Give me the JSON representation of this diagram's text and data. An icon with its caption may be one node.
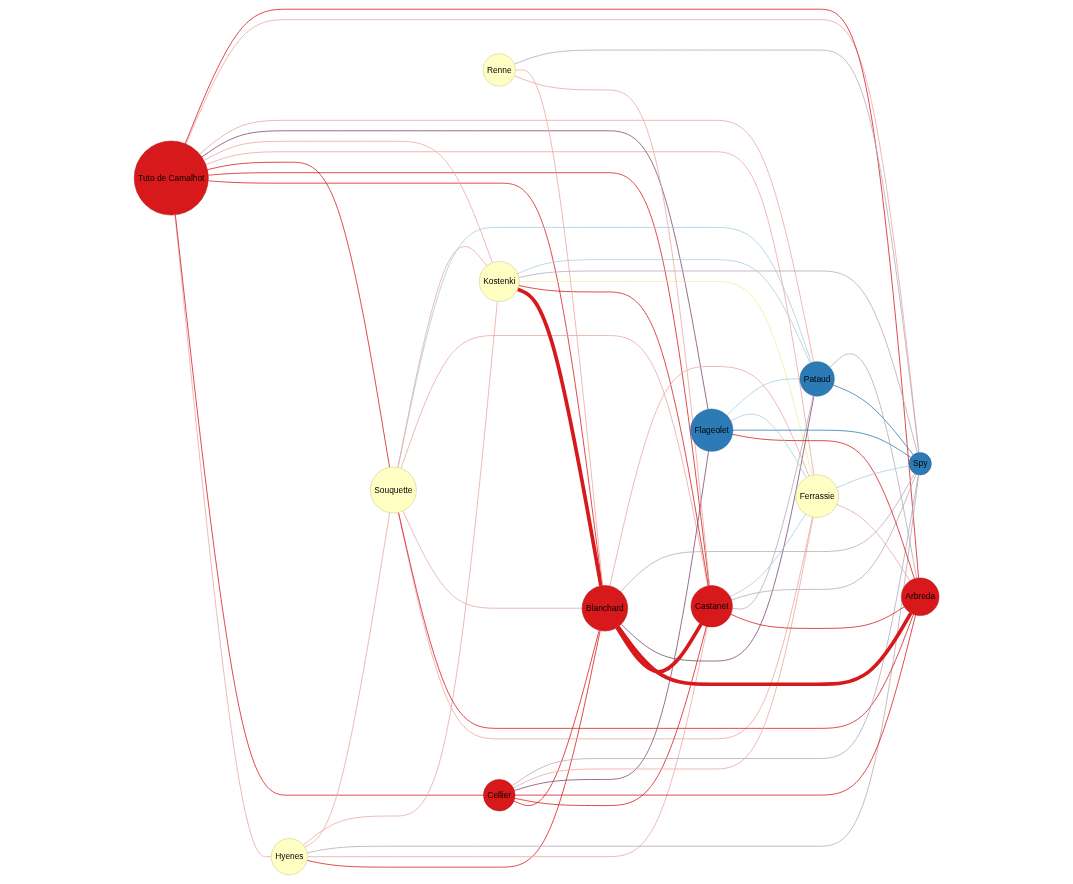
{
  "diagram": {
    "nodes": [
      {
        "text": [
          "Tuto de Camalhot"
        ]
      },
      {
        "text": [
          "Hyenes"
        ]
      },
      {
        "text": [
          "Souquette"
        ]
      },
      {
        "text": [
          "Kostenki"
        ]
      },
      {
        "text": [
          "Cellier"
        ]
      },
      {
        "text": [
          "Ferrassie"
        ]
      },
      {
        "text": [
          "Blanchard"
        ]
      },
      {
        "text": [
          "Flageolet"
        ]
      },
      {
        "text": [
          "Castanet"
        ]
      },
      {
        "text": [
          "Renne"
        ]
      },
      {
        "text": [
          "Pataud"
        ]
      },
      {
        "text": [
          "Arbreda"
        ]
      },
      {
        "text": [
          "Spy"
        ]
      }
    ],
    "edges": [
      {
        "from": 0,
        "to": 1,
        "arrow": "none"
      },
      {
        "from": 0,
        "to": 4,
        "arrow": "none",
        "color": "#d7191c"
      },
      {
        "from": 0,
        "to": 6,
        "arrow": "none",
        "color": "#d7191c"
      },
      {
        "from": 0,
        "to": 8,
        "arrow": "none",
        "color": "#d7191c"
      },
      {
        "from": 0,
        "to": 2,
        "arrow": "none",
        "color": "#d7191c"
      },
      {
        "from": 0,
        "to": 5,
        "arrow": "none"
      },
      {
        "from": 0,
        "to": 3,
        "arrow": "none"
      },
      {
        "from": 0,
        "to": 7,
        "arrow": "none",
        "color": "#7a4a6e"
      },
      {
        "from": 0,
        "to": 10,
        "arrow": "none"
      },
      {
        "from": 0,
        "to": 12,
        "arrow": "none"
      },
      {
        "from": 0,
        "to": 11,
        "arrow": "none",
        "color": "#d7191c"
      },
      {
        "from": 1,
        "to": 6,
        "arrow": "none",
        "color": "#d7191c"
      },
      {
        "from": 1,
        "to": 8,
        "arrow": "none"
      },
      {
        "from": 1,
        "to": 12,
        "arrow": "none",
        "color": "#b5a9b9"
      },
      {
        "from": 1,
        "to": 2,
        "arrow": "none"
      },
      {
        "from": 1,
        "to": 3,
        "arrow": "none"
      },
      {
        "from": 2,
        "to": 5,
        "arrow": "none"
      },
      {
        "from": 2,
        "to": 11,
        "arrow": "none",
        "color": "#d7191c"
      },
      {
        "from": 2,
        "to": 6,
        "arrow": "none"
      },
      {
        "from": 2,
        "to": 8,
        "arrow": "none"
      },
      {
        "from": 2,
        "to": 10,
        "arrow": "none",
        "color": "#a6cde3"
      },
      {
        "from": 2,
        "to": 3,
        "arrow": "none"
      },
      {
        "from": 3,
        "to": 6,
        "arrow": "none",
        "style": "thick",
        "color": "#d7191c"
      },
      {
        "from": 3,
        "to": 8,
        "arrow": "none",
        "color": "#d7191c"
      },
      {
        "from": 3,
        "to": 5,
        "arrow": "none",
        "color": "#f2ec9c"
      },
      {
        "from": 3,
        "to": 12,
        "arrow": "none",
        "color": "#b5a9b9"
      },
      {
        "from": 3,
        "to": 10,
        "arrow": "none",
        "color": "#a6cde3"
      },
      {
        "from": 4,
        "to": 6,
        "arrow": "none",
        "color": "#d7191c"
      },
      {
        "from": 4,
        "to": 8,
        "arrow": "none",
        "color": "#d7191c"
      },
      {
        "from": 4,
        "to": 11,
        "arrow": "none",
        "color": "#d7191c"
      },
      {
        "from": 4,
        "to": 7,
        "arrow": "none",
        "color": "#7a4a6e"
      },
      {
        "from": 4,
        "to": 5,
        "arrow": "none"
      },
      {
        "from": 4,
        "to": 12,
        "arrow": "none",
        "color": "#b5a9b9"
      },
      {
        "from": 6,
        "to": 8,
        "arrow": "none",
        "style": "thick",
        "color": "#d7191c"
      },
      {
        "from": 6,
        "to": 11,
        "arrow": "none",
        "style": "thick",
        "color": "#d7191c"
      },
      {
        "from": 6,
        "to": 10,
        "arrow": "none",
        "color": "#7a4a6e"
      },
      {
        "from": 6,
        "to": 12,
        "arrow": "none",
        "color": "#b5a9b9"
      },
      {
        "from": 6,
        "to": 5,
        "arrow": "none"
      },
      {
        "from": 8,
        "to": 11,
        "arrow": "none",
        "color": "#d7191c"
      },
      {
        "from": 8,
        "to": 10,
        "arrow": "none",
        "color": "#b5a9b9"
      },
      {
        "from": 8,
        "to": 12,
        "arrow": "none",
        "color": "#b5a9b9"
      },
      {
        "from": 8,
        "to": 5,
        "arrow": "none",
        "color": "#a6cde3"
      },
      {
        "from": 7,
        "to": 11,
        "arrow": "none",
        "color": "#d7191c"
      },
      {
        "from": 7,
        "to": 12,
        "arrow": "none",
        "color": "#2c7bb6"
      },
      {
        "from": 7,
        "to": 5,
        "arrow": "none",
        "color": "#a6cde3"
      },
      {
        "from": 7,
        "to": 10,
        "arrow": "none",
        "color": "#a6cde3"
      },
      {
        "from": 9,
        "to": 8,
        "arrow": "none"
      },
      {
        "from": 9,
        "to": 6,
        "arrow": "none"
      },
      {
        "from": 9,
        "to": 12,
        "arrow": "none",
        "color": "#b5a9b9"
      },
      {
        "from": 10,
        "to": 12,
        "arrow": "none",
        "color": "#2c7bb6"
      },
      {
        "from": 10,
        "to": 11,
        "arrow": "none",
        "color": "#b5a9b9"
      },
      {
        "from": 5,
        "to": 11,
        "arrow": "none"
      },
      {
        "from": 5,
        "to": 12,
        "arrow": "none",
        "color": "#a6cde3"
      }
    ]
  }
}
